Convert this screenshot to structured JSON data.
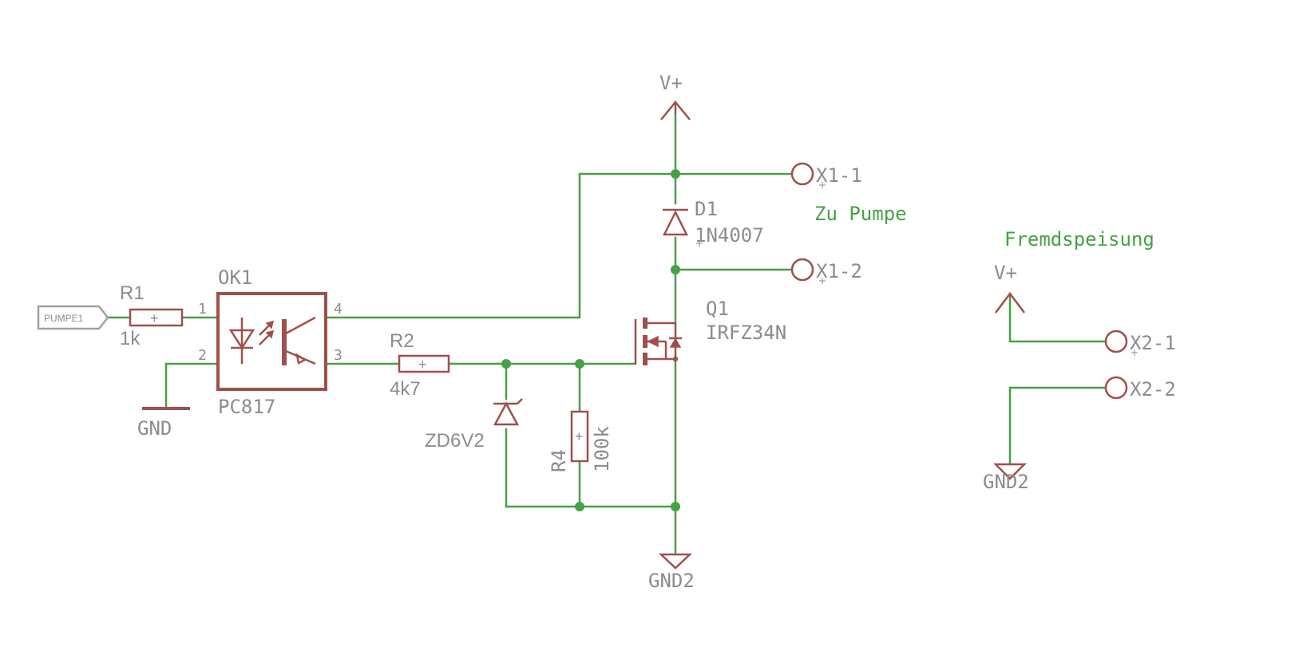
{
  "components": {
    "R1": {
      "name": "R1",
      "value": "1k"
    },
    "R2": {
      "name": "R2",
      "value": "4k7"
    },
    "R4": {
      "name": "R4",
      "value": "100k"
    },
    "OK1": {
      "name": "OK1",
      "value": "PC817",
      "pins": [
        "1",
        "2",
        "3",
        "4"
      ]
    },
    "ZD": {
      "value": "ZD6V2"
    },
    "D1": {
      "name": "D1",
      "value": "1N4007"
    },
    "Q1": {
      "name": "Q1",
      "value": "IRFZ34N"
    }
  },
  "nets": {
    "input_port": "PUMPE1",
    "gnd": "GND",
    "vplus_main": "V+",
    "vplus_ext": "V+",
    "gnd2_main": "GND2",
    "gnd2_ext": "GND2"
  },
  "connectors": {
    "x1_1": "X1-1",
    "x1_2": "X1-2",
    "x2_1": "X2-1",
    "x2_2": "X2-2"
  },
  "notes": {
    "pump": "Zu Pumpe",
    "external_supply": "Fremdspeisung"
  },
  "resistor_mark": "+",
  "colors": {
    "wire": "#46a046",
    "symbol": "#a0504b",
    "label": "#8c8c8c",
    "note": "#46a046"
  }
}
